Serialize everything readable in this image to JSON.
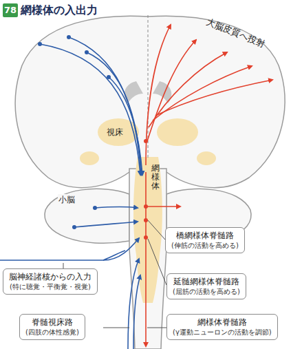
{
  "diagram": {
    "title": "網様体の入出力",
    "nodes": [
      {
        "text": [
          "橋網様体脊髄路",
          "(伸筋の活動を高める)"
        ]
      },
      {
        "text": [
          "延髄網様体脊髄路",
          "(屈筋の活動を高める)"
        ]
      },
      {
        "text": [
          "網様体脊髄路",
          "(γ運動ニューロンの活動を調節)"
        ]
      },
      {
        "text": [
          "脳神経諸核からの入力",
          "(特に聴覚・平衡覚・視覚)"
        ]
      },
      {
        "text": [
          "脊髄視床路",
          "(四肢の体性感覚)"
        ]
      }
    ],
    "labels": [
      "78",
      "大脳皮質へ投射",
      "視床",
      "網様体",
      "小脳"
    ]
  }
}
